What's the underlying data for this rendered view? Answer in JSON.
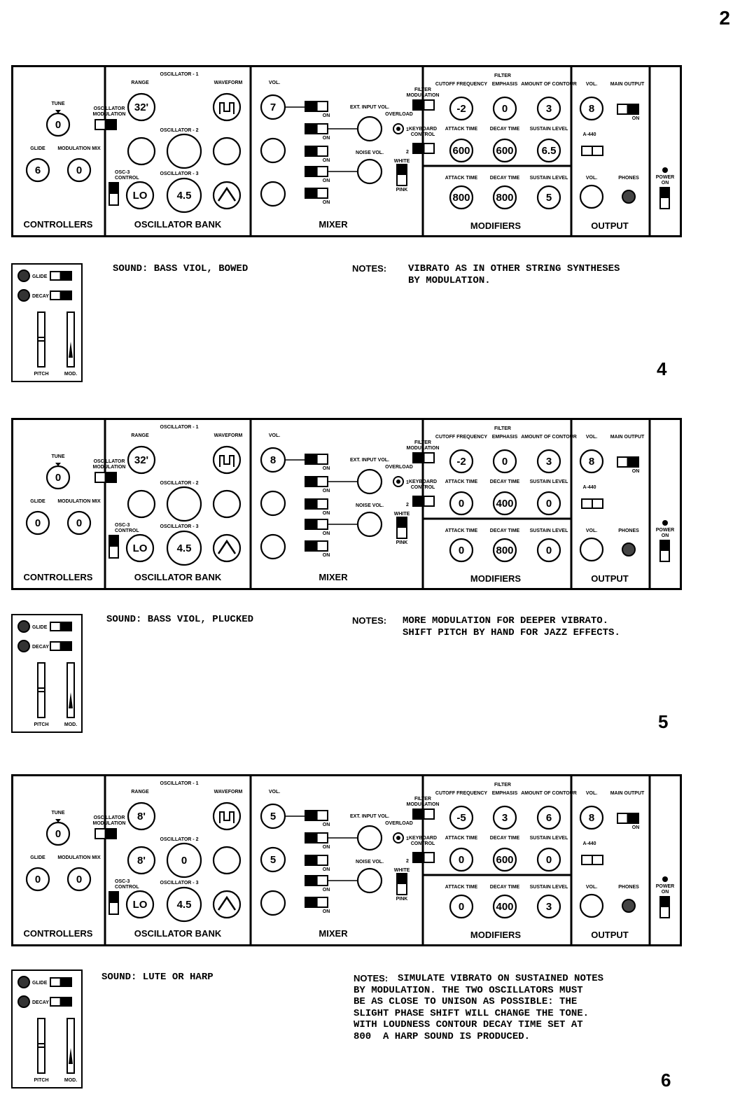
{
  "page_number": "2",
  "panel_labels": {
    "tune": "TUNE",
    "osc_modulation": [
      "OSCILLATOR",
      "MODULATION"
    ],
    "glide": "GLIDE",
    "modulation_mix": "MODULATION MIX",
    "controllers": "CONTROLLERS",
    "oscillator_1": "OSCILLATOR - 1",
    "oscillator_2": "OSCILLATOR - 2",
    "oscillator_3": "OSCILLATOR - 3",
    "range": "RANGE",
    "waveform": "WAVEFORM",
    "osc3_control": [
      "OSC-3",
      "CONTROL"
    ],
    "oscillator_bank": "OSCILLATOR BANK",
    "vol": "VOL.",
    "ext_input_vol": "EXT. INPUT VOL.",
    "noise_vol": "NOISE VOL.",
    "overload": "OVERLOAD",
    "on": "ON",
    "filter_modulation": [
      "FILTER",
      "MODULATION"
    ],
    "keyboard_control": [
      "KEYBOARD",
      "CONTROL"
    ],
    "white": "WHITE",
    "pink": "PINK",
    "mixer": "MIXER",
    "filter": "FILTER",
    "cutoff_frequency": "CUTOFF FREQUENCY",
    "emphasis": "EMPHASIS",
    "amount_of_contour": "AMOUNT OF CONTOUR",
    "attack_time": "ATTACK TIME",
    "decay_time": "DECAY TIME",
    "sustain_level": "SUSTAIN LEVEL",
    "modifiers": "MODIFIERS",
    "main_output": "MAIN OUTPUT",
    "a440": "A-440",
    "phones": "PHONES",
    "output": "OUTPUT",
    "power": [
      "POWER",
      "ON"
    ],
    "side_glide": "GLIDE",
    "side_decay": "DECAY",
    "pitch": "PITCH",
    "mod": "MOD.",
    "jack_1": "1",
    "jack_2": "2"
  },
  "patches": [
    {
      "number": "4",
      "sound": "SOUND: BASS VIOL, BOWED",
      "notes_label": "NOTES:",
      "notes": [
        "VIBRATO AS IN OTHER STRING SYNTHESES",
        "BY MODULATION."
      ],
      "knobs": {
        "tune": "0",
        "glide": "6",
        "modulation_mix": "0",
        "osc1_range": "32'",
        "osc2_range": "",
        "osc2_freq": "",
        "osc3_range": "LO",
        "osc3_freq": "4.5",
        "mix_vol1": "7",
        "mix_vol2": "",
        "mix_vol3": "",
        "cutoff": "-2",
        "emphasis": "0",
        "contour": "3",
        "f_attack": "600",
        "f_decay": "600",
        "f_sustain": "6.5",
        "l_attack": "800",
        "l_decay": "800",
        "l_sustain": "5",
        "main_vol": "8"
      }
    },
    {
      "number": "5",
      "sound": "SOUND: BASS VIOL, PLUCKED",
      "notes_label": "NOTES:",
      "notes": [
        "MORE MODULATION FOR DEEPER VIBRATO.",
        "SHIFT PITCH BY HAND FOR JAZZ EFFECTS."
      ],
      "knobs": {
        "tune": "0",
        "glide": "0",
        "modulation_mix": "0",
        "osc1_range": "32'",
        "osc2_range": "",
        "osc2_freq": "",
        "osc3_range": "LO",
        "osc3_freq": "4.5",
        "mix_vol1": "8",
        "mix_vol2": "",
        "mix_vol3": "",
        "cutoff": "-2",
        "emphasis": "0",
        "contour": "3",
        "f_attack": "0",
        "f_decay": "400",
        "f_sustain": "0",
        "l_attack": "0",
        "l_decay": "800",
        "l_sustain": "0",
        "main_vol": "8"
      }
    },
    {
      "number": "6",
      "sound": "SOUND: LUTE OR HARP",
      "notes_label": "NOTES:",
      "notes": [
        "SIMULATE VIBRATO ON SUSTAINED NOTES",
        "BY MODULATION. THE TWO OSCILLATORS MUST",
        "BE AS CLOSE TO UNISON AS POSSIBLE: THE",
        "SLIGHT PHASE SHIFT WILL CHANGE THE TONE.",
        "WITH LOUDNESS CONTOUR DECAY TIME SET AT",
        "800  A HARP SOUND IS PRODUCED."
      ],
      "knobs": {
        "tune": "0",
        "glide": "0",
        "modulation_mix": "0",
        "osc1_range": "8'",
        "osc2_range": "8'",
        "osc2_freq": "0",
        "osc3_range": "LO",
        "osc3_freq": "4.5",
        "mix_vol1": "5",
        "mix_vol2": "5",
        "mix_vol3": "",
        "cutoff": "-5",
        "emphasis": "3",
        "contour": "6",
        "f_attack": "0",
        "f_decay": "600",
        "f_sustain": "0",
        "l_attack": "0",
        "l_decay": "400",
        "l_sustain": "3",
        "main_vol": "8"
      }
    }
  ]
}
